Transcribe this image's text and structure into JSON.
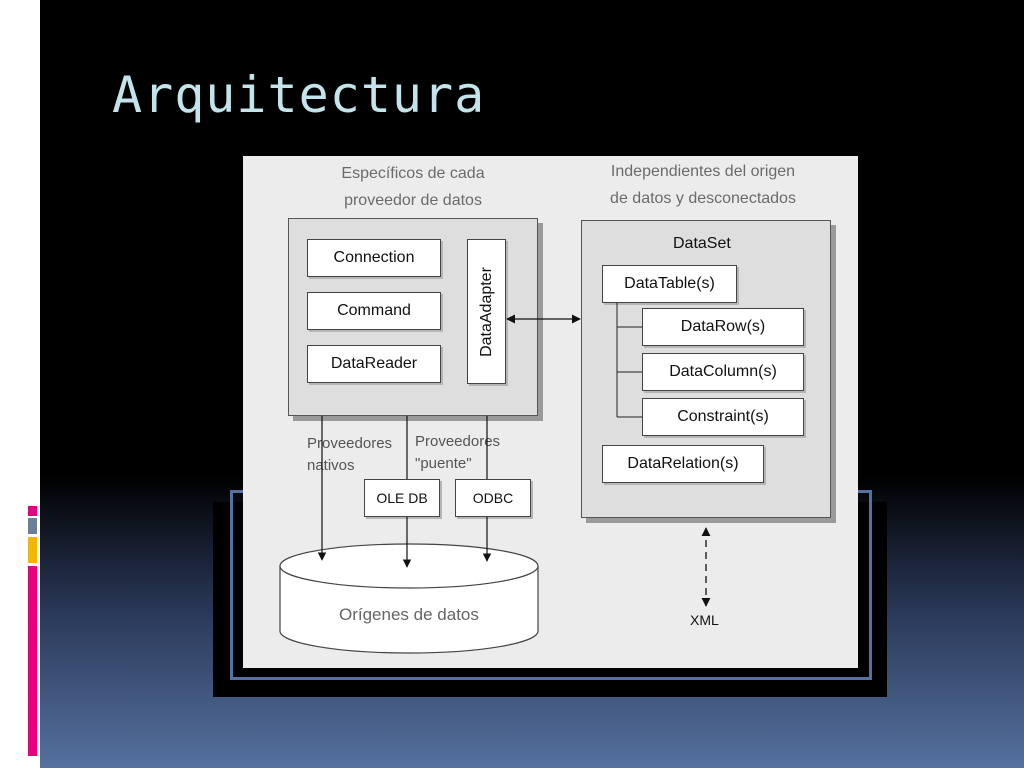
{
  "slide": {
    "title": "Arquitectura"
  },
  "accent_colors": {
    "magenta": "#e6007e",
    "gray": "#6b7f99",
    "gold": "#f2b705"
  },
  "diagram": {
    "provider_caption_line1": "Específicos de cada",
    "provider_caption_line2": "proveedor de datos",
    "independent_caption_line1": "Independientes del origen",
    "independent_caption_line2": "de datos y desconectados",
    "provider_components": [
      "Connection",
      "Command",
      "DataReader"
    ],
    "data_adapter": "DataAdapter",
    "dataset": {
      "title": "DataSet",
      "data_table": "DataTable(s)",
      "children": [
        "DataRow(s)",
        "DataColumn(s)",
        "Constraint(s)"
      ],
      "data_relation": "DataRelation(s)"
    },
    "native_label_line1": "Proveedores",
    "native_label_line2": "nativos",
    "bridge_label_line1": "Proveedores",
    "bridge_label_line2": "\"puente\"",
    "bridges": [
      "OLE DB",
      "ODBC"
    ],
    "data_sources": "Orígenes de datos",
    "xml": "XML"
  }
}
